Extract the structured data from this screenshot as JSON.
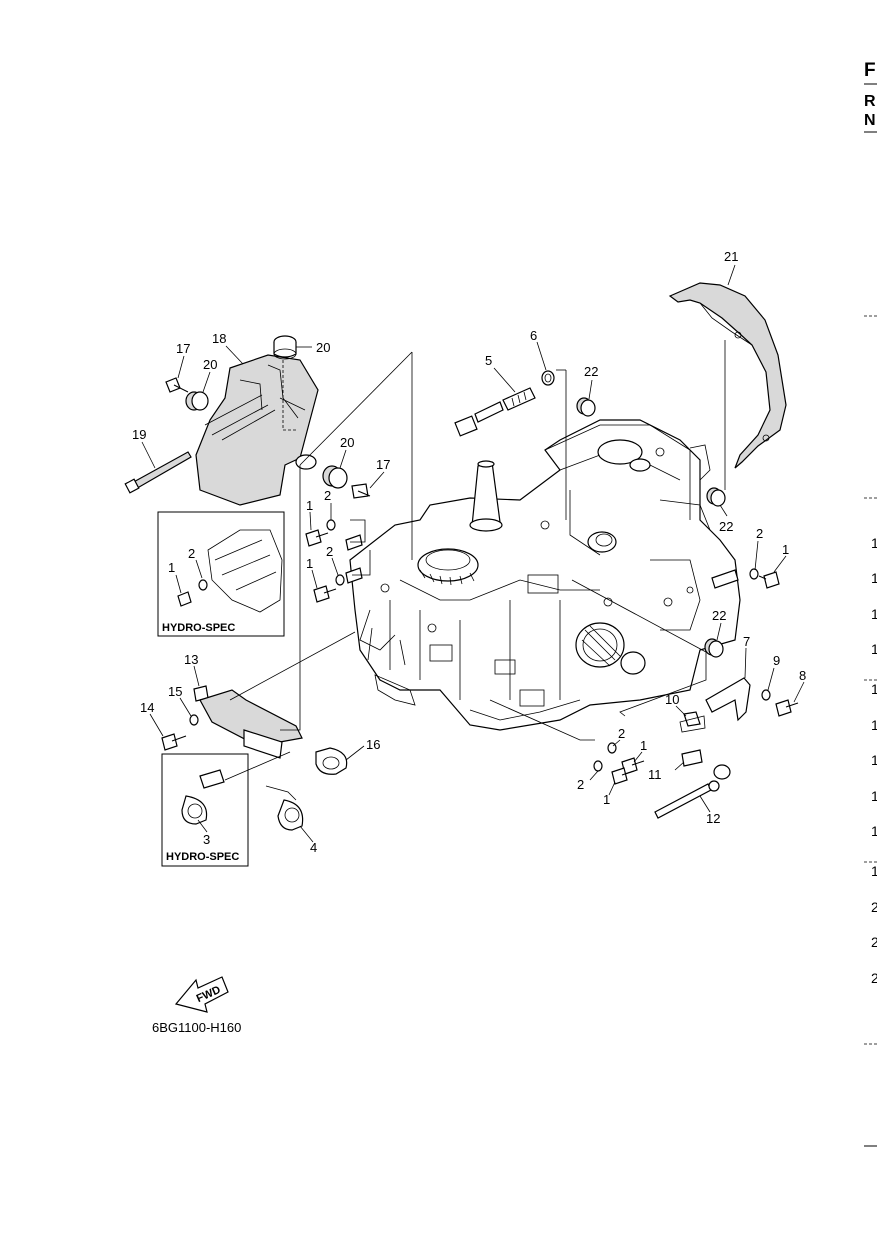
{
  "figure_code": "6BG1100-H160",
  "hydro_spec_label": "HYDRO-SPEC",
  "fwd_label": "FWD",
  "edge_letters": {
    "top": "F",
    "r": "R",
    "n": "N"
  },
  "edge_numbers": [
    "1",
    "1",
    "1",
    "1",
    "1",
    "1",
    "1",
    "1",
    "1",
    "1",
    "2",
    "2",
    "2"
  ],
  "callouts": [
    {
      "id": "c21",
      "label": "21"
    },
    {
      "id": "c6",
      "label": "6"
    },
    {
      "id": "c5",
      "label": "5"
    },
    {
      "id": "c22a",
      "label": "22"
    },
    {
      "id": "c18",
      "label": "18"
    },
    {
      "id": "c17a",
      "label": "17"
    },
    {
      "id": "c20a",
      "label": "20"
    },
    {
      "id": "c20b",
      "label": "20"
    },
    {
      "id": "c19",
      "label": "19"
    },
    {
      "id": "c20c",
      "label": "20"
    },
    {
      "id": "c17b",
      "label": "17"
    },
    {
      "id": "c22b",
      "label": "22"
    },
    {
      "id": "c1a",
      "label": "1"
    },
    {
      "id": "c2a",
      "label": "2"
    },
    {
      "id": "c1b",
      "label": "1"
    },
    {
      "id": "c2b",
      "label": "2"
    },
    {
      "id": "c1c",
      "label": "1"
    },
    {
      "id": "c2c",
      "label": "2"
    },
    {
      "id": "c2d",
      "label": "2"
    },
    {
      "id": "c1d",
      "label": "1"
    },
    {
      "id": "c22c",
      "label": "22"
    },
    {
      "id": "c7",
      "label": "7"
    },
    {
      "id": "c9",
      "label": "9"
    },
    {
      "id": "c8",
      "label": "8"
    },
    {
      "id": "c13",
      "label": "13"
    },
    {
      "id": "c15",
      "label": "15"
    },
    {
      "id": "c14",
      "label": "14"
    },
    {
      "id": "c16",
      "label": "16"
    },
    {
      "id": "c10",
      "label": "10"
    },
    {
      "id": "c2e",
      "label": "2"
    },
    {
      "id": "c1e",
      "label": "1"
    },
    {
      "id": "c11",
      "label": "11"
    },
    {
      "id": "c2f",
      "label": "2"
    },
    {
      "id": "c1f",
      "label": "1"
    },
    {
      "id": "c12",
      "label": "12"
    },
    {
      "id": "c3",
      "label": "3"
    },
    {
      "id": "c4",
      "label": "4"
    }
  ]
}
